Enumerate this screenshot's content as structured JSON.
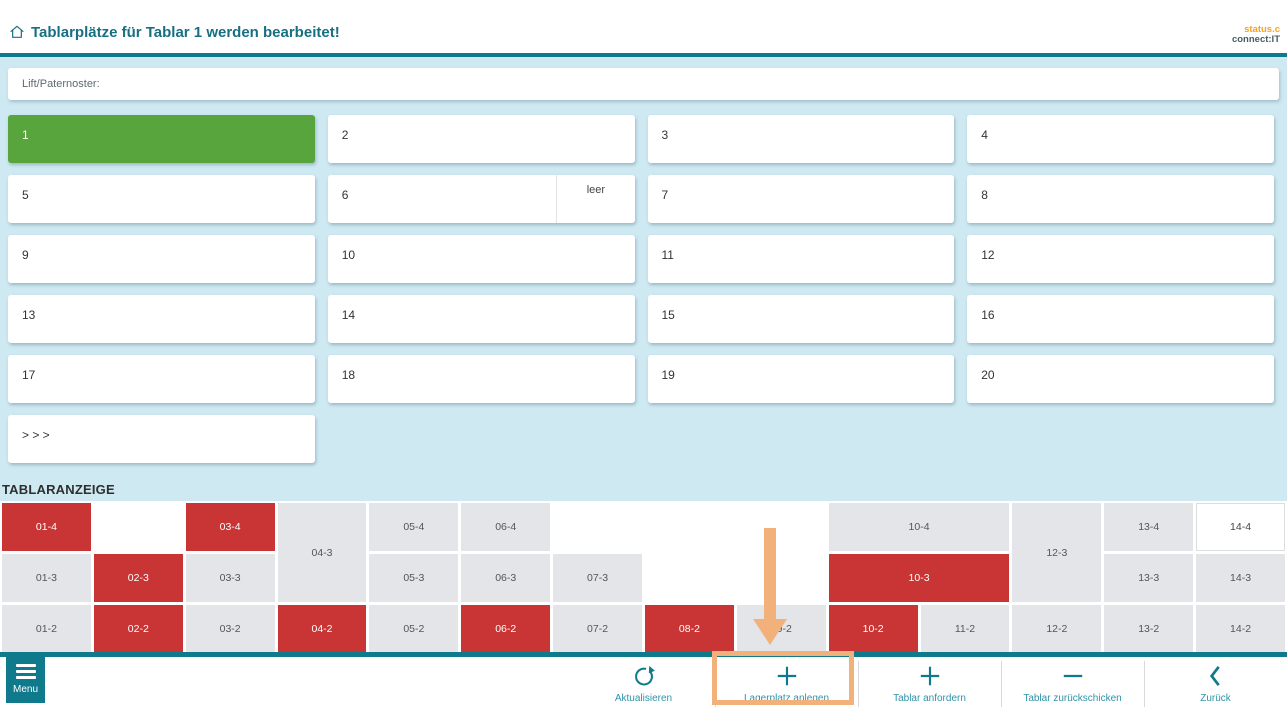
{
  "colors": {
    "teal": "#0e7a8b",
    "teal_dark": "#177082",
    "light_blue_bg": "#cee9f2",
    "green": "#58a43d",
    "red": "#c93434",
    "gray_cell": "#e3e5e9",
    "toolbar_label": "#2f93a9",
    "logo_orange": "#f6a21e",
    "logo_gray": "#475d63",
    "annotation_orange": "#f2b07a"
  },
  "header": {
    "title": "Tablarplätze für Tablar 1 werden bearbeitet!",
    "logo": {
      "line1": "status.c",
      "line2": "connect:IT"
    }
  },
  "lift_bar": {
    "label": "Lift/Paternoster:"
  },
  "slot_grid": {
    "slots": [
      {
        "label": "1",
        "variant": "green"
      },
      {
        "label": "2"
      },
      {
        "label": "3"
      },
      {
        "label": "4"
      },
      {
        "label": "5"
      },
      {
        "label": "6",
        "sub_label": "leer"
      },
      {
        "label": "7"
      },
      {
        "label": "8"
      },
      {
        "label": "9"
      },
      {
        "label": "10"
      },
      {
        "label": "11"
      },
      {
        "label": "12"
      },
      {
        "label": "13"
      },
      {
        "label": "14"
      },
      {
        "label": "15"
      },
      {
        "label": "16"
      },
      {
        "label": "17"
      },
      {
        "label": "18"
      },
      {
        "label": "19"
      },
      {
        "label": "20"
      },
      {
        "label": "> > >",
        "variant": "more"
      }
    ]
  },
  "tablar_section": {
    "title": "TABLARANZEIGE",
    "cells": [
      {
        "label": "01-4",
        "col": 1,
        "row": 4,
        "state": "red"
      },
      {
        "label": "01-3",
        "col": 1,
        "row": 3,
        "state": "gray"
      },
      {
        "label": "01-2",
        "col": 1,
        "row": 2,
        "state": "gray"
      },
      {
        "label": "02-3",
        "col": 2,
        "row": 3,
        "state": "red"
      },
      {
        "label": "02-2",
        "col": 2,
        "row": 2,
        "state": "red"
      },
      {
        "label": "03-4",
        "col": 3,
        "row": 4,
        "state": "red"
      },
      {
        "label": "03-3",
        "col": 3,
        "row": 3,
        "state": "gray"
      },
      {
        "label": "03-2",
        "col": 3,
        "row": 2,
        "state": "gray"
      },
      {
        "label": "04-3",
        "col": 4,
        "row": 4,
        "rowspan": 2,
        "state": "gray"
      },
      {
        "label": "04-2",
        "col": 4,
        "row": 2,
        "state": "red"
      },
      {
        "label": "05-4",
        "col": 5,
        "row": 4,
        "state": "gray"
      },
      {
        "label": "05-3",
        "col": 5,
        "row": 3,
        "state": "gray"
      },
      {
        "label": "05-2",
        "col": 5,
        "row": 2,
        "state": "gray"
      },
      {
        "label": "06-4",
        "col": 6,
        "row": 4,
        "state": "gray"
      },
      {
        "label": "06-3",
        "col": 6,
        "row": 3,
        "state": "gray"
      },
      {
        "label": "06-2",
        "col": 6,
        "row": 2,
        "state": "red"
      },
      {
        "label": "07-3",
        "col": 7,
        "row": 3,
        "state": "gray"
      },
      {
        "label": "07-2",
        "col": 7,
        "row": 2,
        "state": "gray"
      },
      {
        "label": "08-2",
        "col": 8,
        "row": 2,
        "state": "red"
      },
      {
        "label": "09-2",
        "col": 9,
        "row": 2,
        "state": "gray"
      },
      {
        "label": "10-4",
        "col": 10,
        "row": 4,
        "colspan": 2,
        "state": "gray"
      },
      {
        "label": "10-3",
        "col": 10,
        "row": 3,
        "colspan": 2,
        "state": "red"
      },
      {
        "label": "10-2",
        "col": 10,
        "row": 2,
        "state": "red"
      },
      {
        "label": "11-2",
        "col": 11,
        "row": 2,
        "state": "gray"
      },
      {
        "label": "12-3",
        "col": 12,
        "row": 4,
        "rowspan": 2,
        "state": "gray"
      },
      {
        "label": "12-2",
        "col": 12,
        "row": 2,
        "state": "gray"
      },
      {
        "label": "13-4",
        "col": 13,
        "row": 4,
        "state": "gray"
      },
      {
        "label": "13-3",
        "col": 13,
        "row": 3,
        "state": "gray"
      },
      {
        "label": "13-2",
        "col": 13,
        "row": 2,
        "state": "gray"
      },
      {
        "label": "14-4",
        "col": 14,
        "row": 4,
        "state": "white"
      },
      {
        "label": "14-3",
        "col": 14,
        "row": 3,
        "state": "gray"
      },
      {
        "label": "14-2",
        "col": 14,
        "row": 2,
        "state": "gray"
      }
    ]
  },
  "toolbar": {
    "menu": {
      "label": "Menu",
      "icon": "hamburger-icon"
    },
    "buttons": [
      {
        "label": "Aktualisieren",
        "icon": "refresh-icon"
      },
      {
        "label": "Lagerplatz anlegen",
        "icon": "plus-icon",
        "highlighted": true
      },
      {
        "label": "Tablar anfordern",
        "icon": "plus-icon"
      },
      {
        "label": "Tablar zurückschicken",
        "icon": "minus-icon"
      },
      {
        "label": "Zurück",
        "icon": "chevron-left-icon"
      }
    ]
  },
  "annotation": {
    "type": "arrow-and-box-highlight",
    "target": "Lagerplatz anlegen",
    "color": "#f2b07a"
  },
  "icons": {
    "home-icon": "house-outline",
    "hamburger-icon": "three-bars",
    "refresh-icon": "circular-arrow",
    "plus-icon": "+",
    "minus-icon": "−",
    "chevron-left-icon": "‹"
  }
}
